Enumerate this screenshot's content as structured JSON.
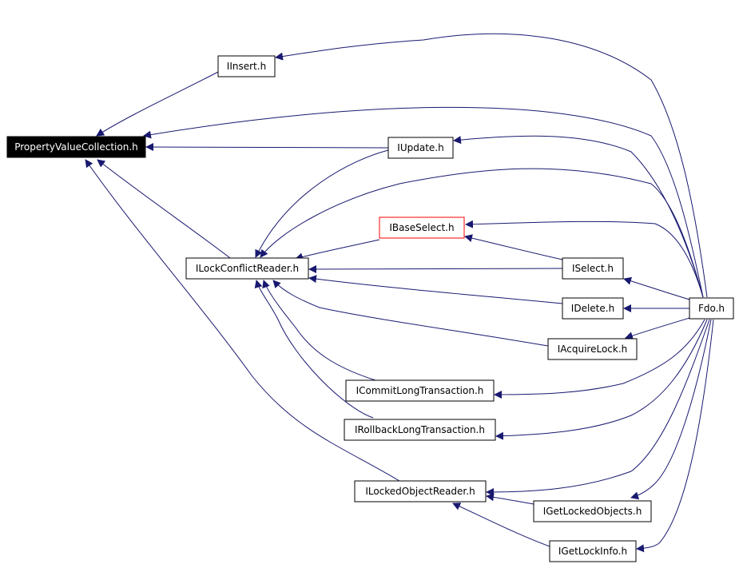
{
  "graph": {
    "colors": {
      "edge": "#191970",
      "node_border": "#000000",
      "node_fill": "#ffffff",
      "root_fill": "#000000",
      "root_text": "#ffffff",
      "highlight_border": "#ff0000"
    },
    "nodes": {
      "pvc": {
        "label": "PropertyValueCollection.h",
        "kind": "root"
      },
      "ins": {
        "label": "IInsert.h"
      },
      "upd": {
        "label": "IUpdate.h"
      },
      "bsel": {
        "label": "IBaseSelect.h",
        "kind": "highlight"
      },
      "lcr": {
        "label": "ILockConflictReader.h"
      },
      "sel": {
        "label": "ISelect.h"
      },
      "del": {
        "label": "IDelete.h"
      },
      "fdo": {
        "label": "Fdo.h"
      },
      "acq": {
        "label": "IAcquireLock.h"
      },
      "clt": {
        "label": "ICommitLongTransaction.h"
      },
      "rlt": {
        "label": "IRollbackLongTransaction.h"
      },
      "lor": {
        "label": "ILockedObjectReader.h"
      },
      "glo": {
        "label": "IGetLockedObjects.h"
      },
      "gli": {
        "label": "IGetLockInfo.h"
      }
    }
  }
}
